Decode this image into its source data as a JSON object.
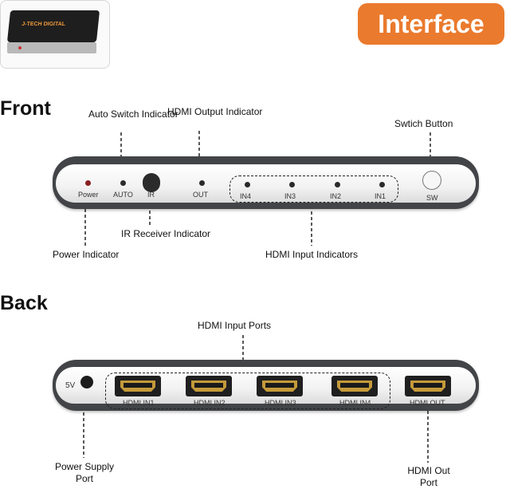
{
  "header": {
    "badge": "Interface"
  },
  "thumbnail": {
    "brand": "J-TECH DIGITAL"
  },
  "front": {
    "title": "Front",
    "callouts": {
      "auto_switch": "Auto Switch Indicator",
      "hdmi_output": "HDMI Output Indicator",
      "switch_button": "Swtich Button",
      "power": "Power Indicator",
      "ir_receiver": "IR Receiver Indicator",
      "hdmi_inputs": "HDMI Input  Indicators"
    },
    "panel_labels": {
      "power": "Power",
      "auto": "AUTO",
      "ir": "IR",
      "out": "OUT",
      "in4": "IN4",
      "in3": "IN3",
      "in2": "IN2",
      "in1": "IN1",
      "sw": "SW"
    }
  },
  "back": {
    "title": "Back",
    "callouts": {
      "hdmi_input_ports": "HDMI Input  Ports",
      "power_supply": "Power Supply Port",
      "hdmi_out": "HDMI Out Port"
    },
    "panel_labels": {
      "dc": "5V",
      "in1": "HDMI IN1",
      "in2": "HDMI IN2",
      "in3": "HDMI IN3",
      "in4": "HDMI IN4",
      "out": "HDMI OUT"
    }
  },
  "colors": {
    "accent": "#ea7a2d",
    "device": "#424448"
  }
}
